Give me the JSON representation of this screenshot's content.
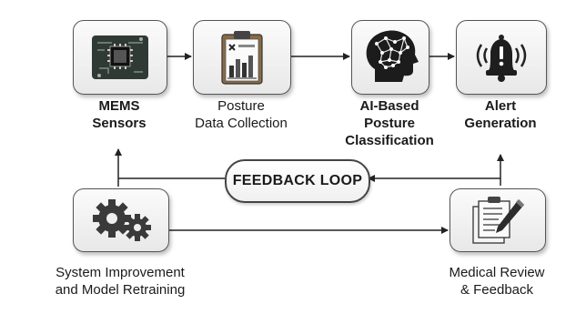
{
  "nodes": {
    "mems_sensors": {
      "line1": "MEMS",
      "line2": "Sensors",
      "icon": "microchip-icon"
    },
    "posture_data_collection": {
      "line1": "Posture",
      "line2": "Data Collection",
      "icon": "clipboard-chart-icon"
    },
    "ai_posture_classification": {
      "line1": "AI-Based",
      "line2": "Posture",
      "line3": "Classification",
      "icon": "brain-head-icon"
    },
    "alert_generation": {
      "line1": "Alert",
      "line2": "Generation",
      "icon": "alarm-bell-icon"
    },
    "system_improvement": {
      "line1": "System Improvement",
      "line2": "and Model Retraining",
      "icon": "gears-icon"
    },
    "medical_review": {
      "line1": "Medical Review",
      "line2": "& Feedback",
      "icon": "documents-pen-icon"
    }
  },
  "feedback_loop": {
    "label": "FEEDBACK LOOP"
  }
}
